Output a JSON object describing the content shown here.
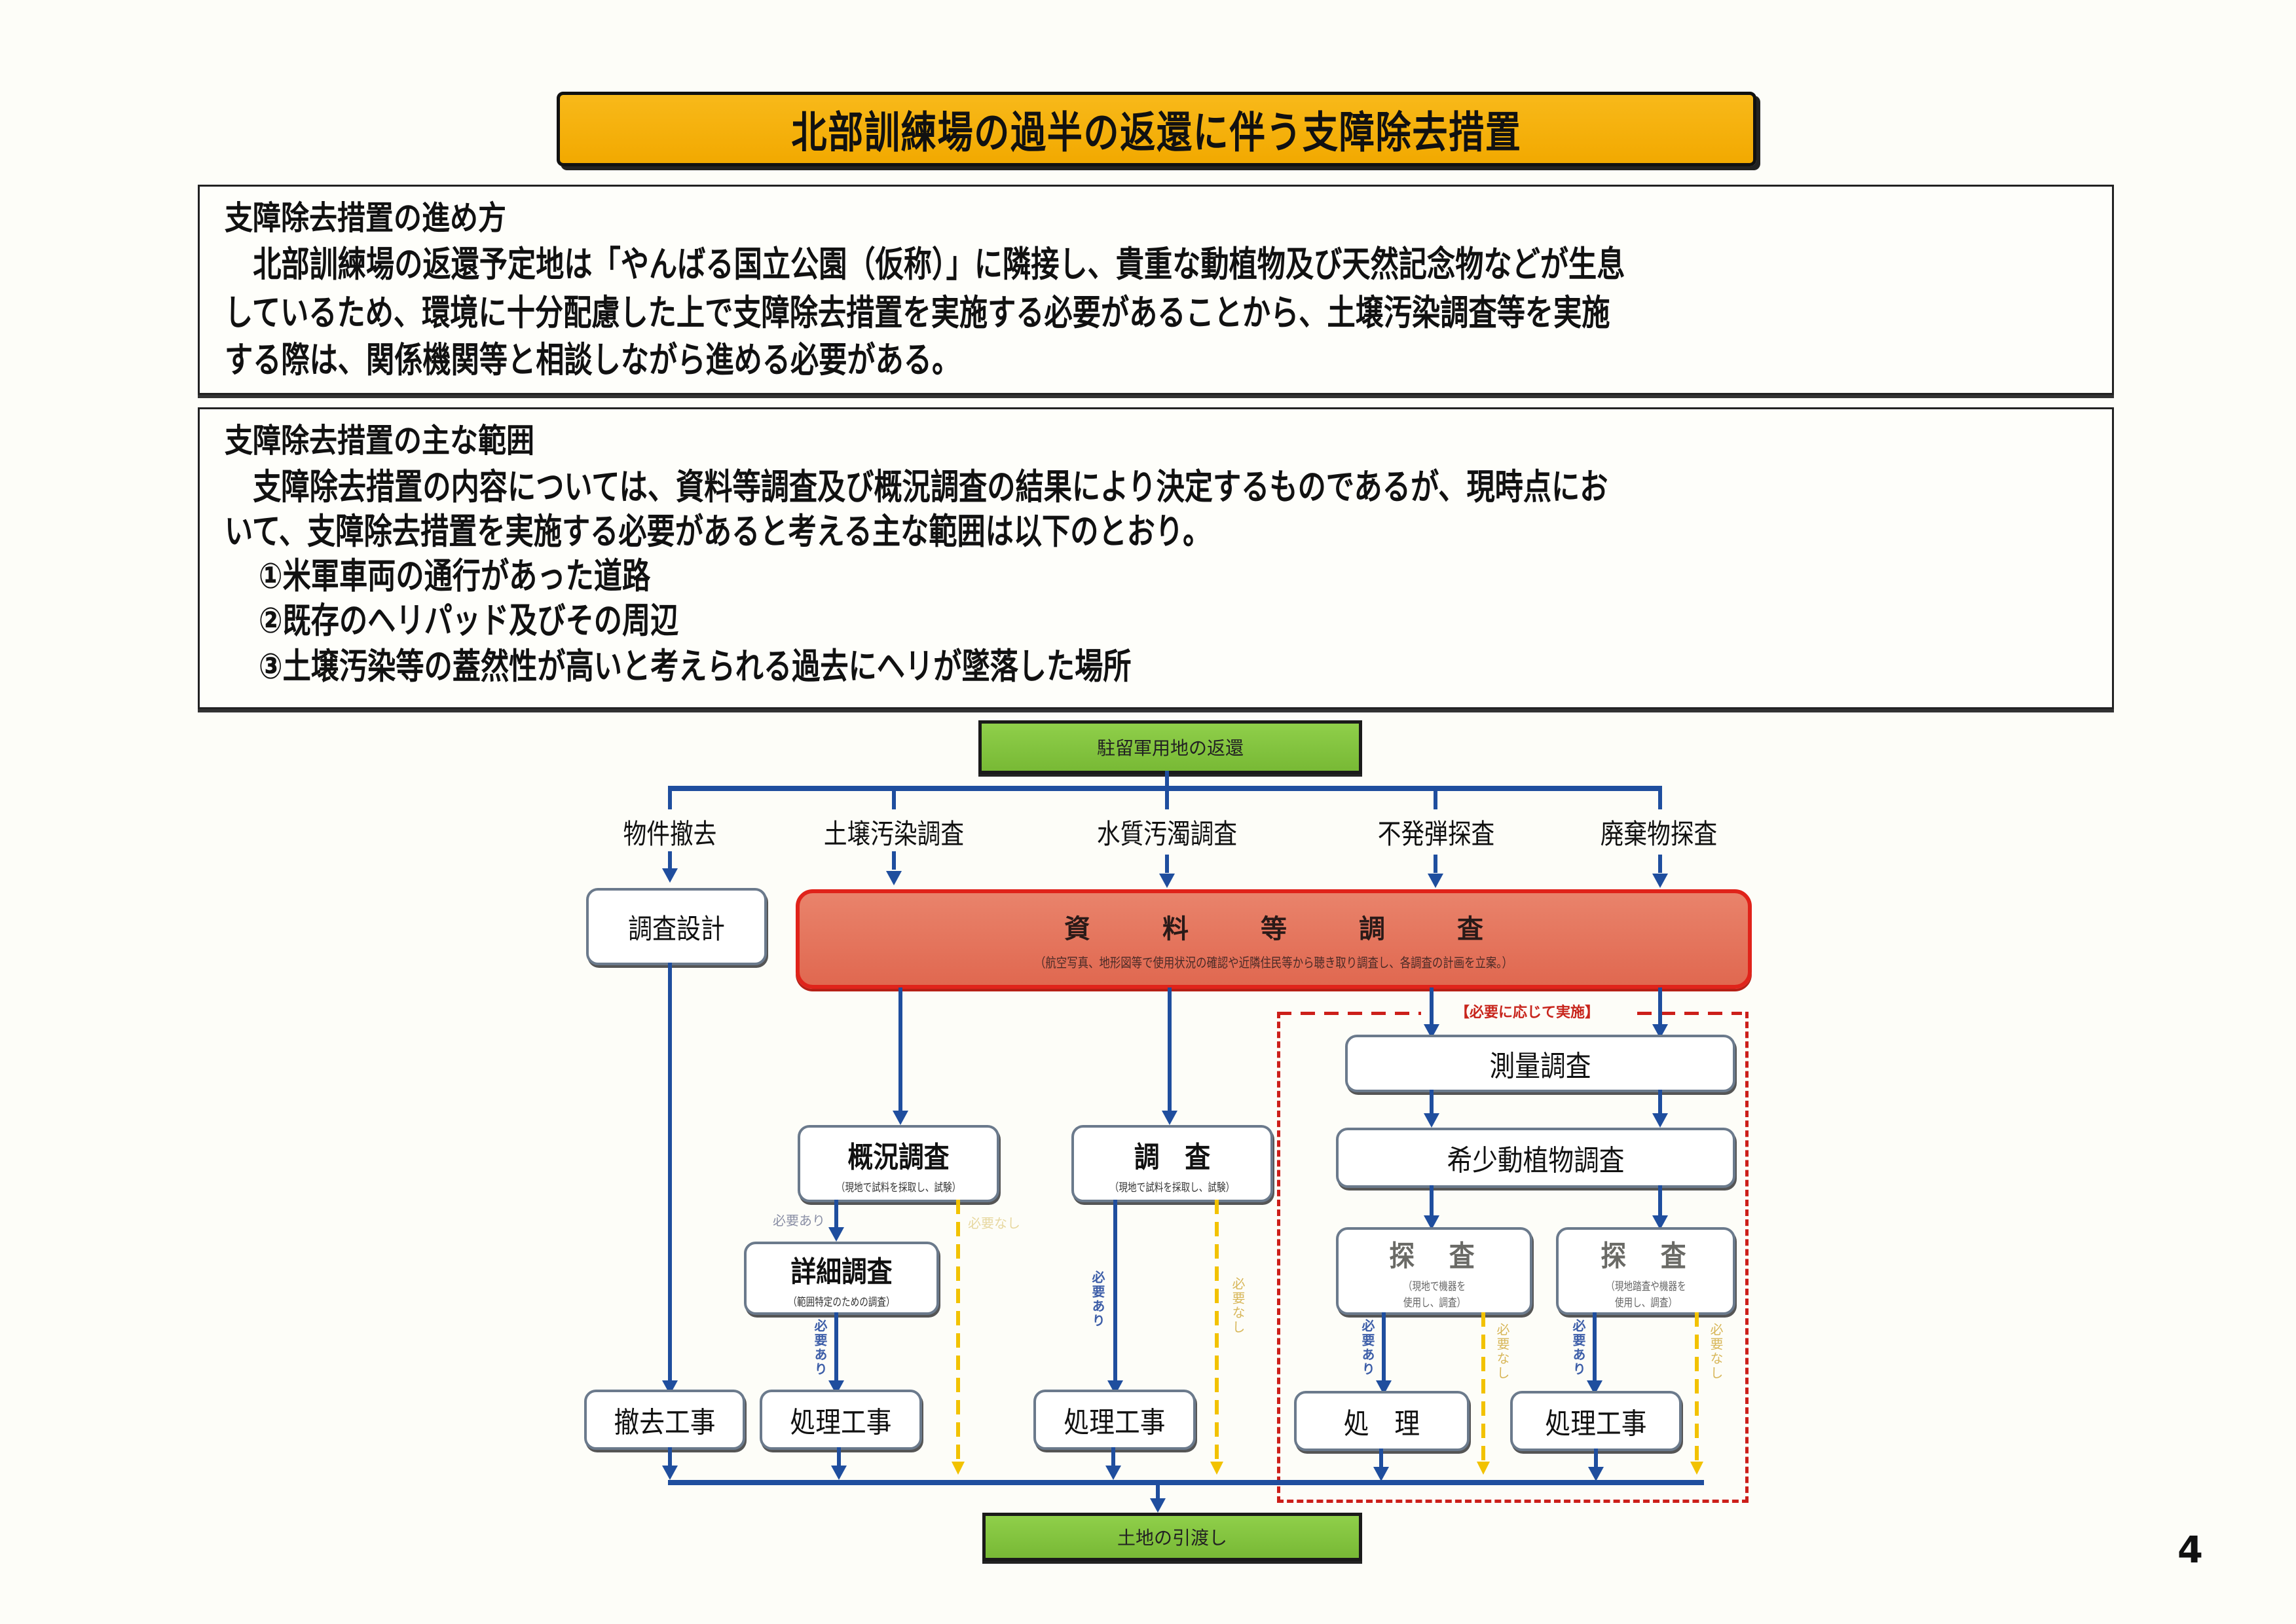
{
  "title": "北部訓練場の過半の返還に伴う支障除去措置",
  "section1": {
    "heading": "支障除去措置の進め方",
    "lines": [
      "　北部訓練場の返還予定地は「やんばる国立公園（仮称）」に隣接し、貴重な動植物及び天然記念物などが生息",
      "しているため、環境に十分配慮した上で支障除去措置を実施する必要があることから、土壌汚染調査等を実施",
      "する際は、関係機関等と相談しながら進める必要がある。"
    ]
  },
  "section2": {
    "heading": "支障除去措置の主な範囲",
    "lines": [
      "　支障除去措置の内容については、資料等調査及び概況調査の結果により決定するものであるが、現時点にお",
      "いて、支障除去措置を実施する必要があると考える主な範囲は以下のとおり。"
    ],
    "items": [
      "①米軍車両の通行があった道路",
      "②既存のヘリパッド及びその周辺",
      "③土壌汚染等の蓋然性が高いと考えられる過去にヘリが墜落した場所"
    ]
  },
  "flowchart": {
    "start": "駐留軍用地の返還",
    "categories": [
      "物件撤去",
      "土壌汚染調査",
      "水質汚濁調査",
      "不発弾探査",
      "廃棄物探査"
    ],
    "design_box": "調査設計",
    "document_survey": {
      "label": "資料等調査",
      "note": "（航空写真、地形図等で使用状況の確認や近隣住民等から聴き取り調査し、各調査の計画を立案。）"
    },
    "optional_label": "【必要に応じて実施】",
    "survey_measure": "測量調査",
    "rare_species": "希少動植物調査",
    "overview_survey": {
      "label": "概況調査",
      "note": "（現地で試料を採取し、試験）"
    },
    "detail_survey": {
      "label": "詳細調査",
      "note": "（範囲特定のための調査）"
    },
    "water_survey": {
      "label": "調　査",
      "note": "（現地で試料を採取し、試験）"
    },
    "exploration_1": {
      "label": "探　査",
      "note_l1": "（現地で機器を",
      "note_l2": "使用し、調査）"
    },
    "exploration_2": {
      "label": "探　査",
      "note_l1": "（現地踏査や機器を",
      "note_l2": "使用し、調査）"
    },
    "needed": "必要あり",
    "not_needed": "必要なし",
    "works": [
      "撤去工事",
      "処理工事",
      "処理工事",
      "処　理",
      "処理工事"
    ],
    "end": "土地の引渡し"
  },
  "page_number": "4",
  "colors": {
    "title_bg": "#f2a900",
    "green_box": "#78b935",
    "red_box_border": "#e0231a",
    "red_box_fill": "#e06850",
    "flow_blue": "#1f4e9e",
    "not_needed_yellow": "#f2c200",
    "optional_dashed_red": "#cc1f1a"
  }
}
